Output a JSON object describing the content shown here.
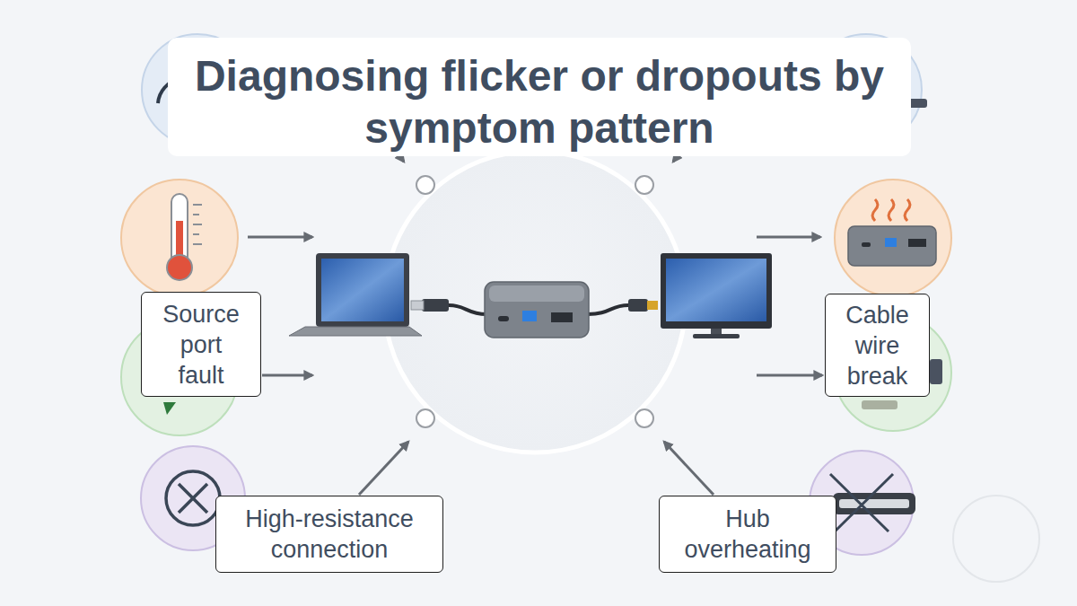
{
  "diagram": {
    "title": "Diagnosing flicker or dropouts by symptom pattern",
    "nodes": [
      {
        "text": [
          "Source port fault"
        ]
      },
      {
        "text": [
          "Cable wire break"
        ]
      },
      {
        "text": [
          "High-resistance connection"
        ]
      },
      {
        "text": [
          "Hub overheating"
        ]
      }
    ]
  }
}
